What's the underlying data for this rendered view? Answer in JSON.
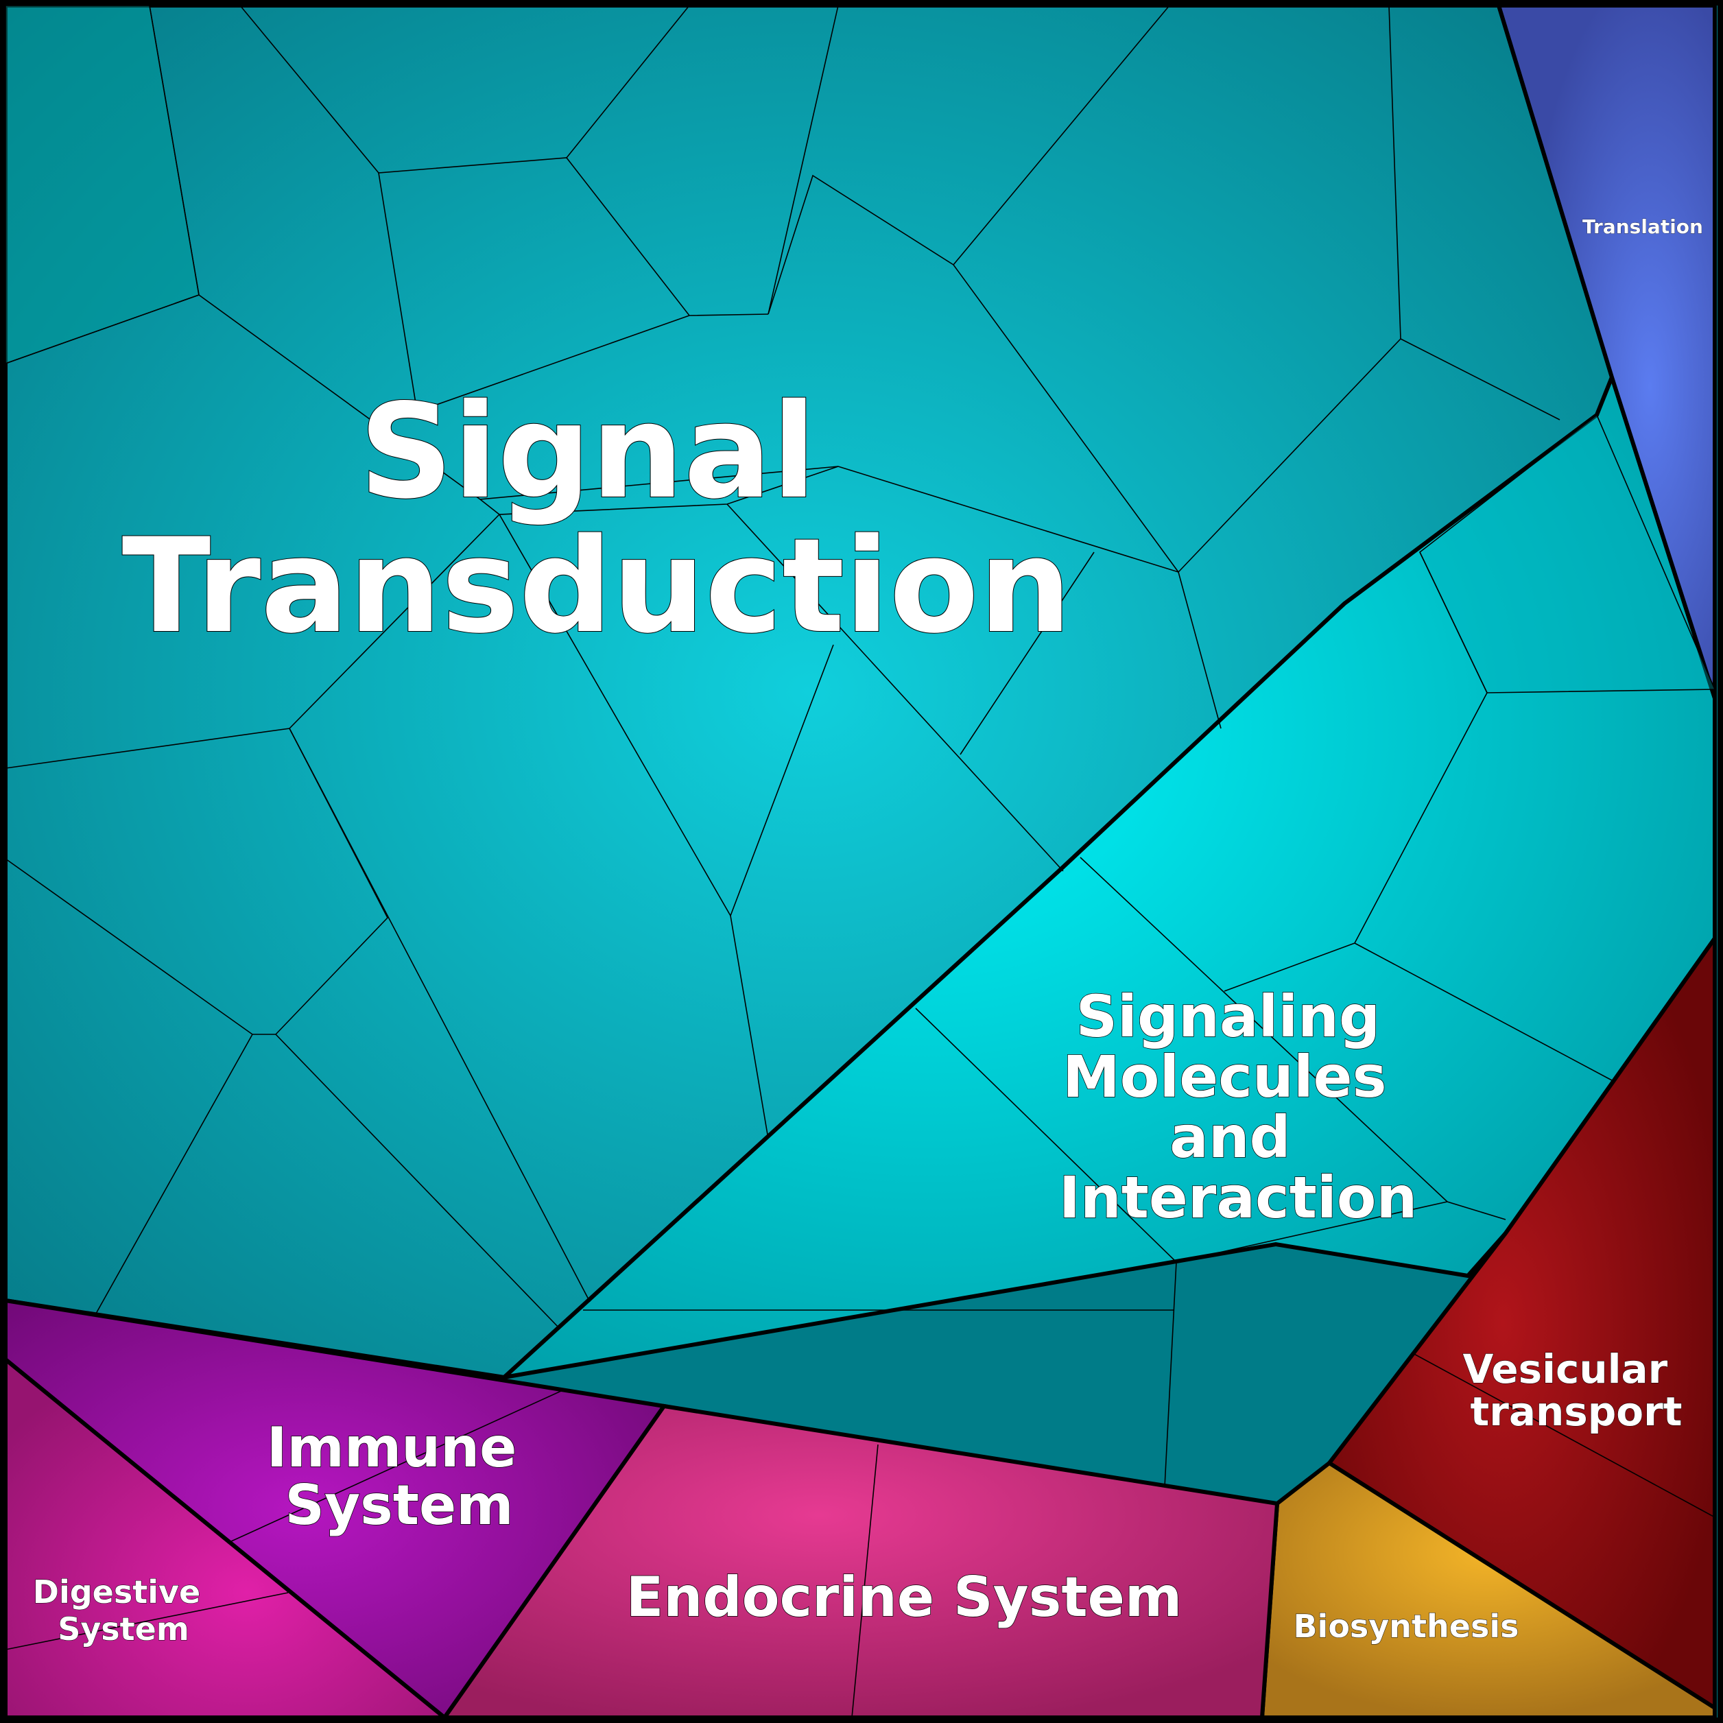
{
  "regions": {
    "signal_transduction": {
      "label_lines": [
        "Signal",
        "Transduction"
      ],
      "color": "#00a6b8"
    },
    "signaling_molecules": {
      "label_lines": [
        "Signaling",
        "Molecules",
        "and",
        "Interaction"
      ],
      "color": "#00e0ea"
    },
    "translation": {
      "label_lines": [
        "Translation"
      ],
      "color": "#4a5cc8"
    },
    "vesicular_transport": {
      "label_lines": [
        "Vesicular",
        "transport"
      ],
      "color": "#950b12"
    },
    "biosynthesis": {
      "label_lines": [
        "Biosynthesis"
      ],
      "color": "#e0a020"
    },
    "endocrine_system": {
      "label_lines": [
        "Endocrine System"
      ],
      "color": "#c82e7a"
    },
    "immune_system": {
      "label_lines": [
        "Immune",
        "System"
      ],
      "color": "#9a109e"
    },
    "digestive_system": {
      "label_lines": [
        "Digestive",
        "System"
      ],
      "color": "#c41a92"
    }
  }
}
